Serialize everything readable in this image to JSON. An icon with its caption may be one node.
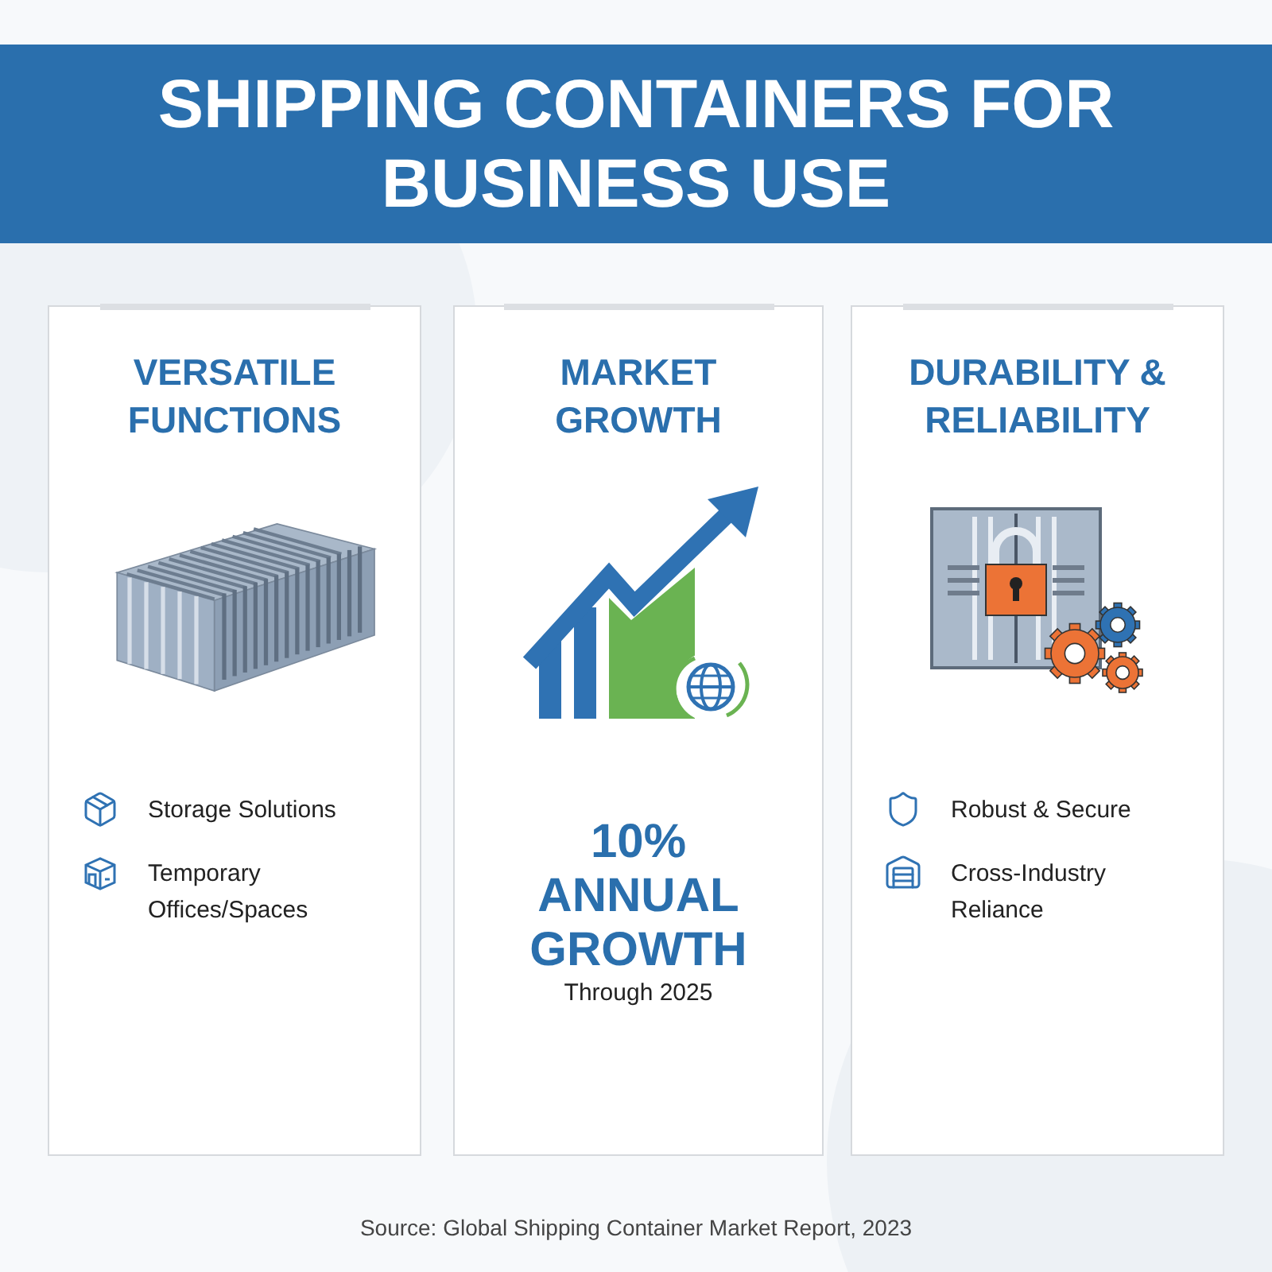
{
  "diagram": {
    "title": "SHIPPING CONTAINERS FOR BUSINESS USE",
    "nodes": [
      {
        "text": [
          "VERSATILE FUNCTIONS",
          "Storage Solutions",
          "Temporary Offices/Spaces"
        ]
      },
      {
        "text": [
          "MARKET GROWTH",
          "10%",
          "ANNUAL GROWTH",
          "Through 2025"
        ]
      },
      {
        "text": [
          "DURABILITY & RELIABILITY",
          "Robust & Secure",
          "Cross-Industry Reliance"
        ]
      }
    ],
    "caption": "Source: Global Shipping Container Market Report, 2023"
  }
}
